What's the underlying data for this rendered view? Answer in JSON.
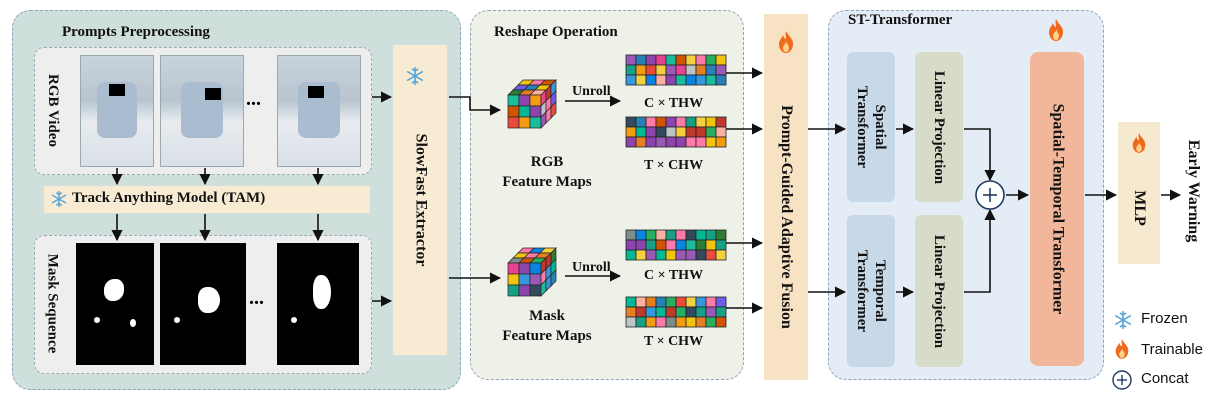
{
  "panels": {
    "prompts": "Prompts Preprocessing",
    "reshape": "Reshape Operation",
    "st": "ST-Transformer"
  },
  "labels": {
    "rgb_video": "RGB Video",
    "mask_sequence": "Mask Sequence",
    "tam": "Track Anything Model (TAM)",
    "slowfast": "SlowFast Extractor",
    "rgb_maps": "RGB\nFeature Maps",
    "mask_maps": "Mask\nFeature Maps",
    "unroll": "Unroll",
    "c_thw": "C × THW",
    "t_chw": "T × CHW",
    "fusion": "Prompt-Guided Adaptive Fusion",
    "spatial": "Spatial\nTransformer",
    "temporal": "Temporal\nTransformer",
    "linear": "Linear Projection",
    "st_transformer": "Spatial-Temporal Transformer",
    "mlp": "MLP",
    "output": "Early Warning",
    "ellipsis": "..."
  },
  "legend": {
    "frozen": "Frozen",
    "trainable": "Trainable",
    "concat": "Concat"
  },
  "icons": {
    "frozen": "snowflake-icon",
    "trainable": "fire-icon",
    "concat": "plus-circle-icon"
  },
  "colors": {
    "prompts_panel": "#cfe0dc",
    "reshape_panel": "#eef1e8",
    "st_panel": "#e4ecf6",
    "slowfast": "#f7ecd3",
    "fusion": "#f8e2c4",
    "spatial": "#c7d8e8",
    "linear": "#d6dcc8",
    "st_transformer": "#f2b79a",
    "mlp": "#f5e9cf",
    "flame": "#f06a1c",
    "snow": "#5aa6d8"
  }
}
